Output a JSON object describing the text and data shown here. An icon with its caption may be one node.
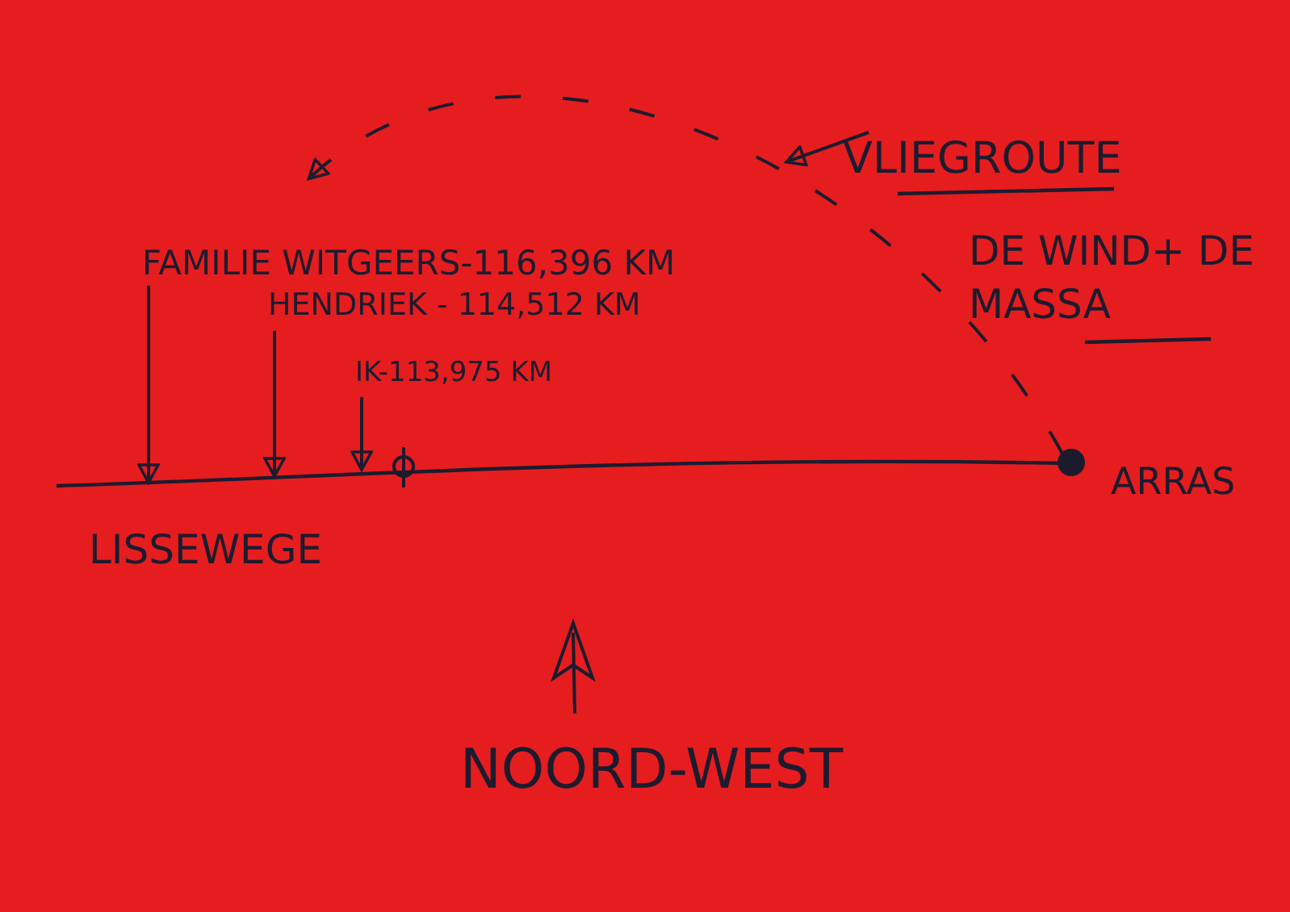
{
  "diagram": {
    "nodes": [
      {
        "text": [],
        "shape": "circle",
        "beside": [
          "ARRAS"
        ]
      },
      {
        "text": [
          "FAMILIE WITGEERS-116,396 KM"
        ]
      },
      {
        "text": [
          "HENDRIEK - 114,512 KM"
        ]
      },
      {
        "text": [
          "IK-113,975 KM"
        ]
      },
      {
        "text": [
          "VLIEGROUTE"
        ]
      }
    ],
    "edges": [
      {
        "from": 0,
        "to": null,
        "arrow": "to",
        "style": "dashed"
      },
      {
        "from": 1,
        "to": null,
        "arrow": "to"
      },
      {
        "from": 2,
        "to": null,
        "arrow": "to"
      },
      {
        "from": 3,
        "to": null,
        "arrow": "to"
      },
      {
        "from": 4,
        "to": null,
        "arrow": "to"
      }
    ],
    "labels": [
      "DE WIND+ DE MASSA",
      "LISSEWEGE",
      "NOORD-WEST"
    ]
  }
}
